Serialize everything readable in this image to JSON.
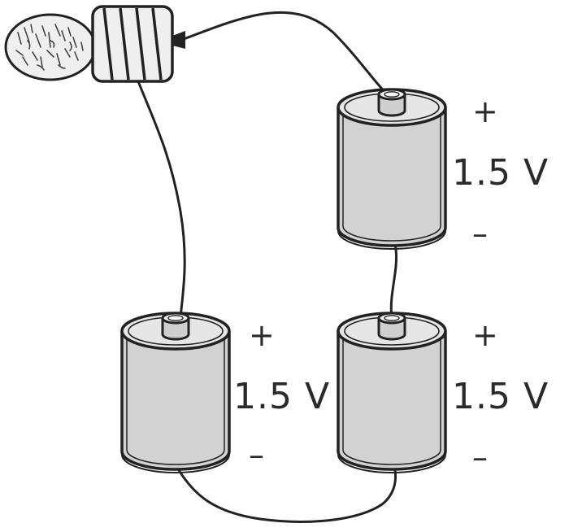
{
  "diagram": {
    "colors": {
      "ink": "#222222",
      "battery_fill": "#d2d2d2",
      "battery_top": "#e6e6e6",
      "bulb_fill": "#efefef",
      "background": "#ffffff"
    },
    "batteries": [
      {
        "id": "top-right",
        "plus": "+",
        "voltage": "1.5 V",
        "minus": "–"
      },
      {
        "id": "bottom-left",
        "plus": "+",
        "voltage": "1.5 V",
        "minus": "–"
      },
      {
        "id": "bottom-right",
        "plus": "+",
        "voltage": "1.5 V",
        "minus": "–"
      }
    ],
    "icons": [
      "light-bulb-icon",
      "battery-icon",
      "wire"
    ]
  }
}
